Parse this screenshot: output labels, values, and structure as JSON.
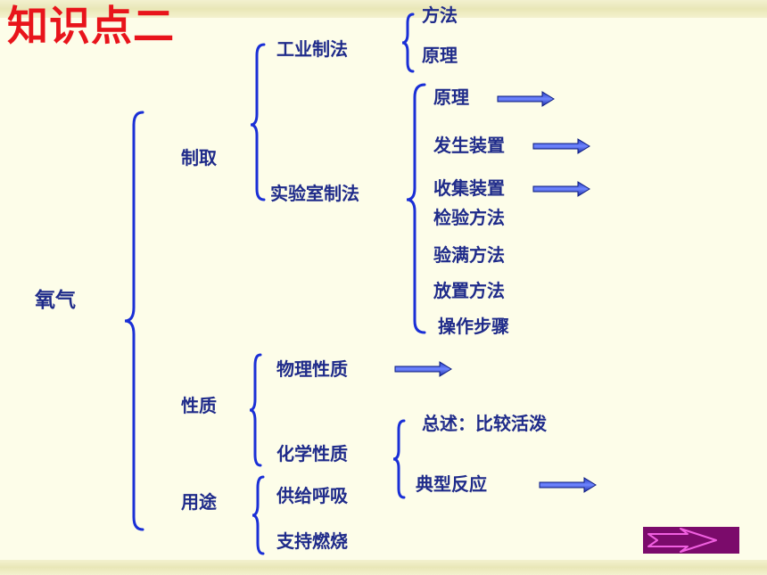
{
  "title": "知识点二",
  "root": "氧气",
  "branches": {
    "preparation": {
      "label": "制取",
      "industrial": {
        "label": "工业制法",
        "items": [
          "方法",
          "原理"
        ]
      },
      "laboratory": {
        "label": "实验室制法",
        "items": [
          "原理",
          "发生装置",
          "收集装置",
          "检验方法",
          "验满方法",
          "放置方法",
          "操作步骤"
        ]
      }
    },
    "properties": {
      "label": "性质",
      "physical": "物理性质",
      "chemical": {
        "label": "化学性质",
        "items": [
          "总述：比较活泼",
          "典型反应"
        ]
      }
    },
    "uses": {
      "label": "用途",
      "items": [
        "供给呼吸",
        "支持燃烧"
      ]
    }
  },
  "colors": {
    "title": "#e8141b",
    "text": "#1f2b8a",
    "brace": "#1a2fd6",
    "arrow": "#1d4ed8",
    "nav_button": "#7b0b6b"
  },
  "icons": {
    "nav": "next-arrow-icon",
    "link": "right-arrow-icon"
  }
}
